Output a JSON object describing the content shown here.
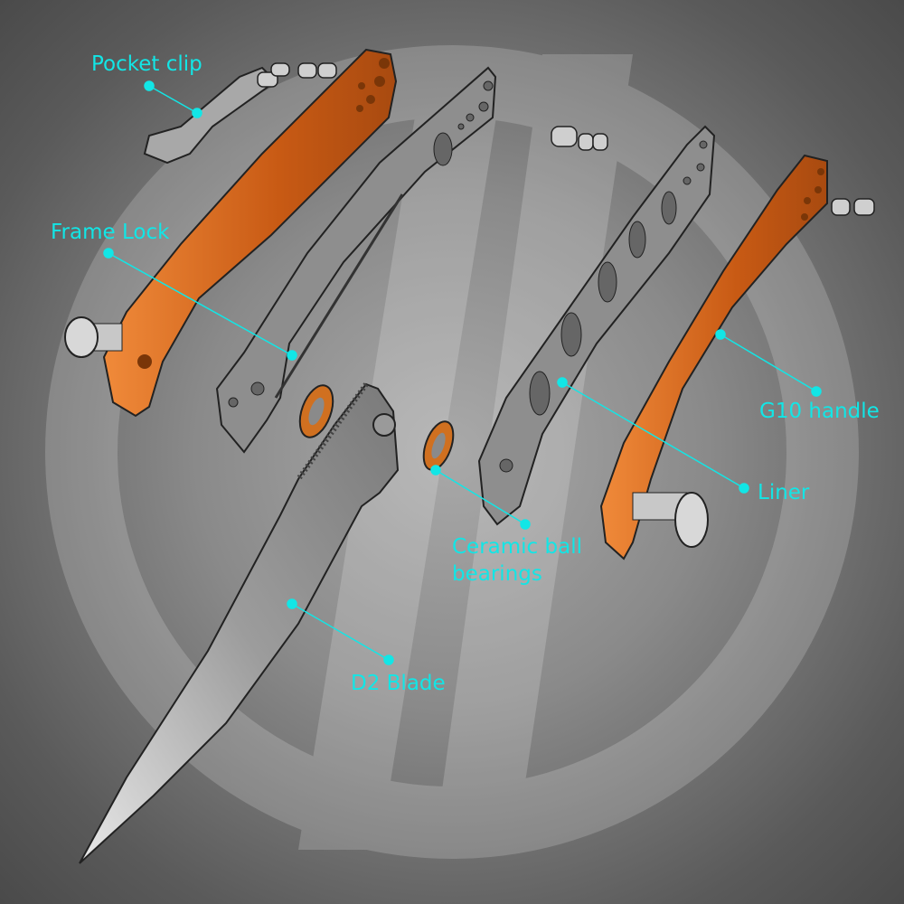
{
  "title": "Knife exploded view",
  "colors": {
    "accent": "#12e6e6",
    "handle": "#d0661c",
    "steel": "#9a9a9a"
  },
  "labels": {
    "pocket_clip": "Pocket clip",
    "frame_lock": "Frame Lock",
    "g10_handle": "G10 handle",
    "liner": "Liner",
    "bearings_line1": "Ceramic ball",
    "bearings_line2": "bearings",
    "blade": "D2 Blade"
  }
}
